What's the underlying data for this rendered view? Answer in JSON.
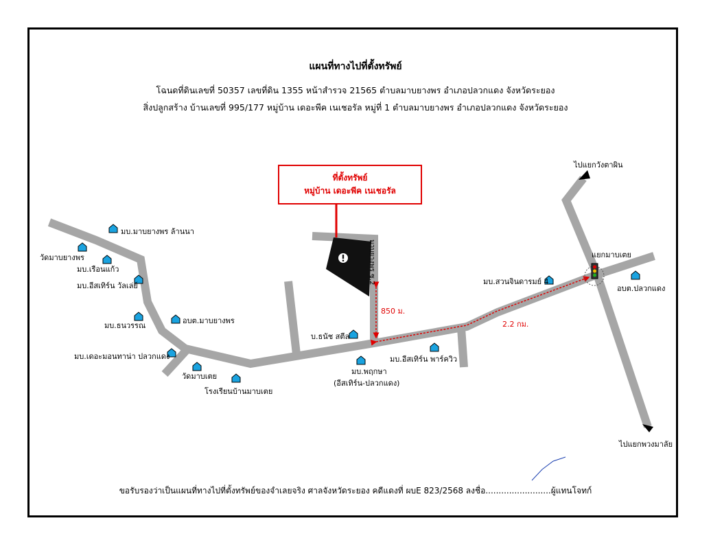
{
  "title": "แผนที่ทางไปที่ตั้งทรัพย์",
  "subtitle_line1": "โฉนดที่ดินเลขที่ 50357 เลขที่ดิน 1355  หน้าสำรวจ 21565  ตำบลมาบยางพร  อำเภอปลวกแดง  จังหวัดระยอง",
  "subtitle_line2": "สิ่งปลูกสร้าง  บ้านเลขที่ 995/177  หมู่บ้าน เดอะพีค เนเชอรัล  หมู่ที่ 1  ตำบลมาบยางพร  อำเภอปลวกแดง  จังหวัดระยอง",
  "callout": {
    "line1": "ที่ตั้งทรัพย์",
    "line2": "หมู่บ้าน เดอะพีค เนเชอรัล"
  },
  "road_label": "มาบยางพร ซ.2",
  "distances": {
    "d1": "850 ม.",
    "d2": "2.2 กม."
  },
  "places": {
    "p1": "มบ.มาบยางพร ล้านนา",
    "p2": "วัดมาบยางพร",
    "p3": "มบ.เรือนแก้ว",
    "p4": "มบ.อีสเทิร์น วัลเล่ย์",
    "p5": "มบ.ธนวรรณ",
    "p6": "อบต.มาบยางพร",
    "p7": "มบ.เดอะมอนทาน่า ปลวกแดง",
    "p8": "วัดมาบเตย",
    "p9": "โรงเรียนบ้านมาบเตย",
    "p10": "บ.ธนัช สตีล",
    "p11": "มบ.พฤกษา",
    "p11b": "(อีสเทิร์น-ปลวกแดง)",
    "p12": "มบ.อีสเทิร์น พาร์ควิว",
    "p13": "มบ.สวนจินดารมย์ 4",
    "p14": "แยกมาบเตย",
    "p15": "อบต.ปลวกแดง",
    "p16": "ไปแยกวังตาผิน",
    "p17": "ไปแยกพวงมาลัย"
  },
  "footer": "ขอรับรองว่าเป็นแผนที่ทางไปที่ตั้งทรัพย์ของจำเลยจริง ศาลจังหวัดระยอง คดีแดงที่ ผบE 823/2568 ลงชื่อ.........................ผู้แทนโจทก์",
  "colors": {
    "road": "#a6a6a6",
    "marker": "#1aa3e0",
    "accent_red": "#e00000",
    "property": "#111111"
  },
  "icons": {
    "place": "house-marker-icon",
    "property": "exclamation-pin-icon",
    "signal": "traffic-light-icon"
  }
}
